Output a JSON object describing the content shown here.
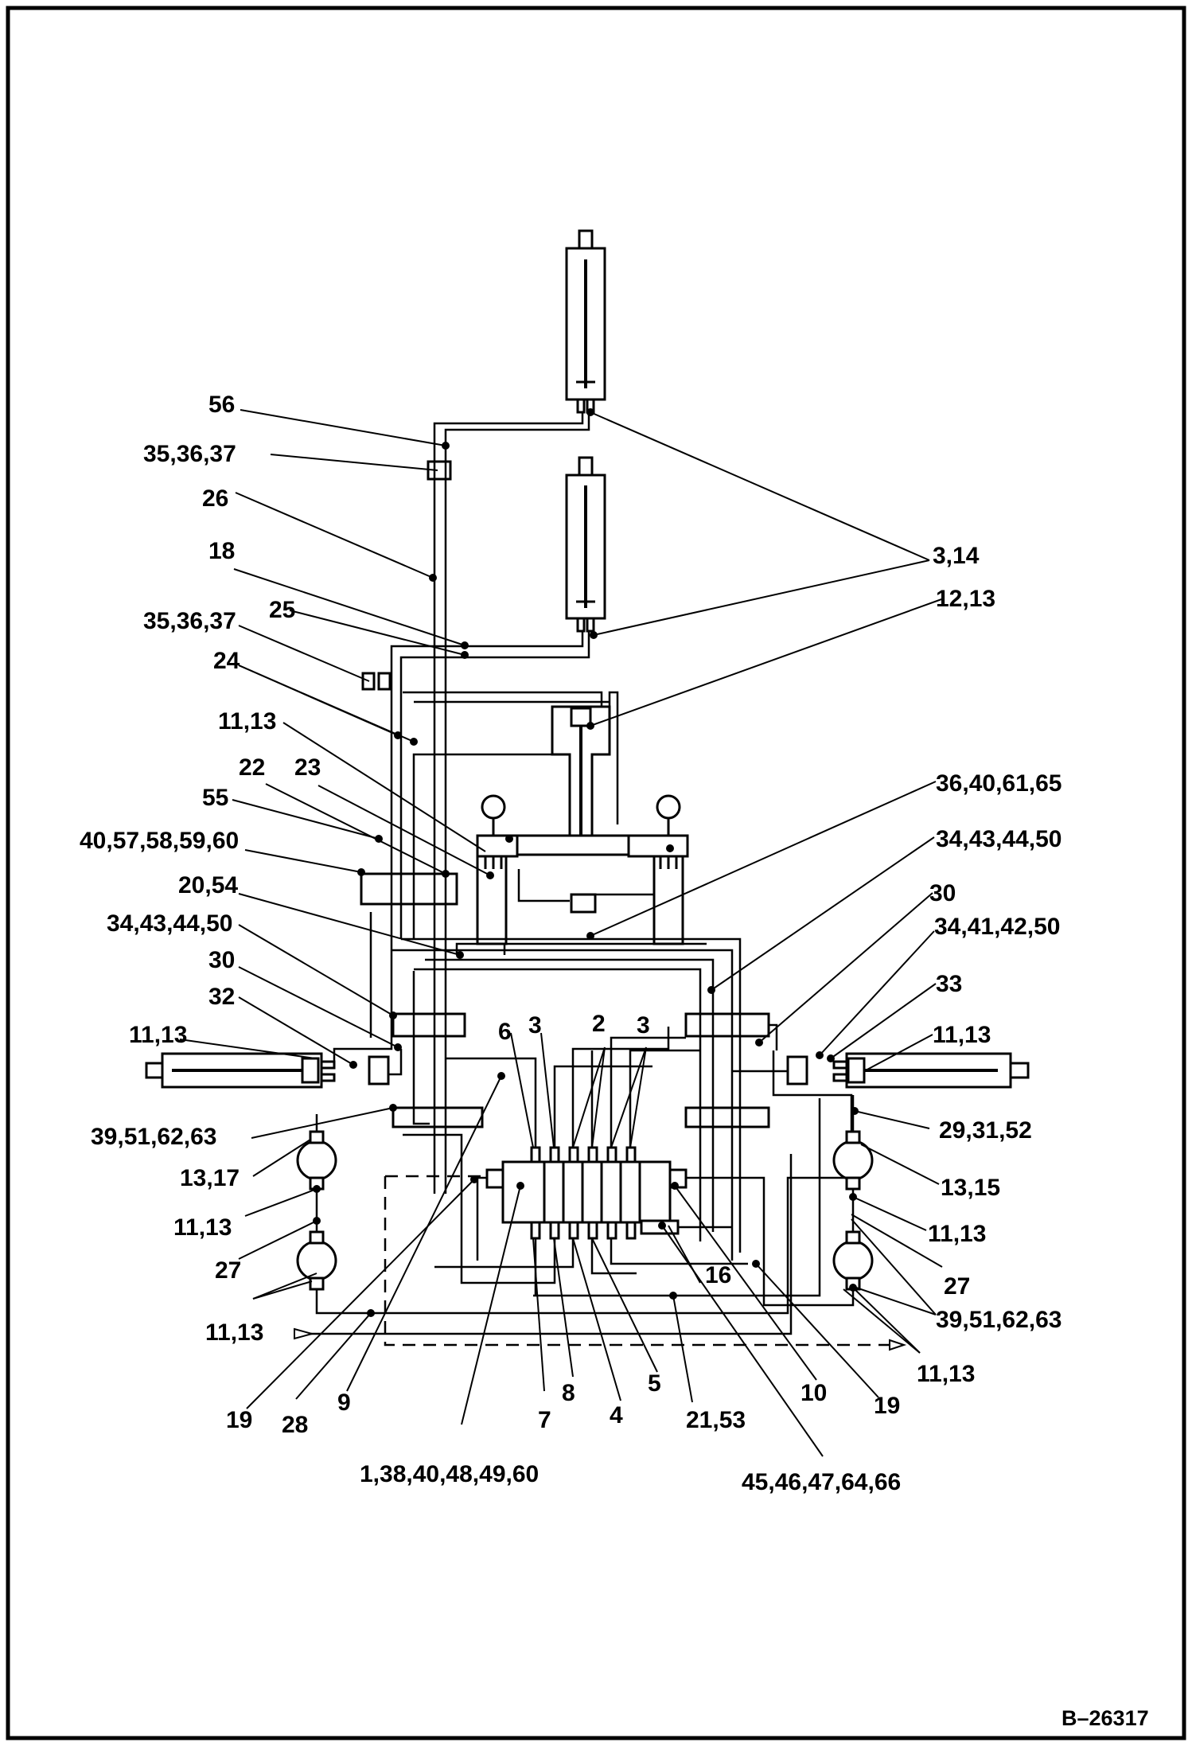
{
  "drawing": {
    "reference": "B–26317",
    "callouts": {
      "c56": "56",
      "c35a": "35,36,37",
      "c26": "26",
      "c18": "18",
      "c35b": "35,36,37",
      "c25": "25",
      "c24": "24",
      "c11a": "11,13",
      "c22": "22",
      "c23": "23",
      "c55": "55",
      "c40": "40,57,58,59,60",
      "c2054": "20,54",
      "c34a": "34,43,44,50",
      "c30a": "30",
      "c32": "32",
      "c11b": "11,13",
      "c39a": "39,51,62,63",
      "c1317": "13,17",
      "c11c": "11,13",
      "c27a": "27",
      "c11d": "11,13",
      "c19a": "19",
      "c28": "28",
      "c9": "9",
      "c1": "1,38,40,48,49,60",
      "c6": "6",
      "c3a": "3",
      "c2": "2",
      "c3b": "3",
      "c7": "7",
      "c8": "8",
      "c4": "4",
      "c5": "5",
      "c2153": "21,53",
      "c10": "10",
      "c19b": "19",
      "c16": "16",
      "c45": "45,46,47,64,66",
      "c314": "3,14",
      "c1213": "12,13",
      "c36": "36,40,61,65",
      "c34b": "34,43,44,50",
      "c30b": "30",
      "c34c": "34,41,42,50",
      "c33": "33",
      "c11e": "11,13",
      "c293": "29,31,52",
      "c1315": "13,15",
      "c11f": "11,13",
      "c27b": "27",
      "c39b": "39,51,62,63",
      "c11g": "11,13"
    }
  }
}
